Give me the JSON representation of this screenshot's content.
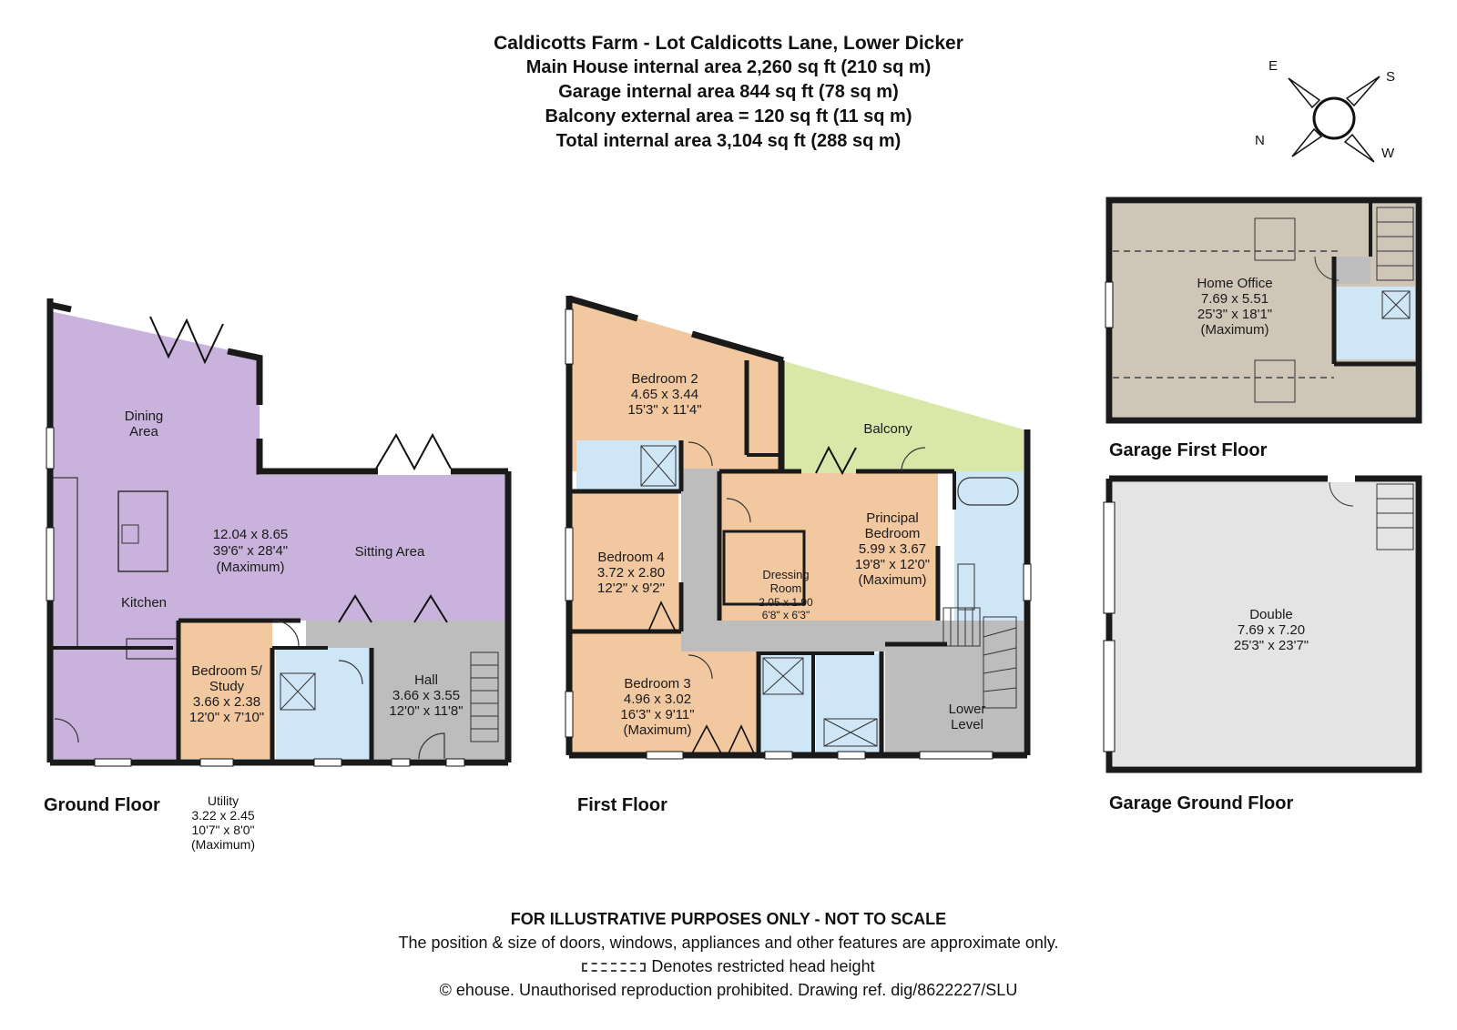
{
  "header": {
    "line1": "Caldicotts Farm - Lot Caldicotts Lane, Lower Dicker",
    "line2": "Main House internal area 2,260 sq ft (210 sq m)",
    "line3": "Garage internal area 844 sq ft (78 sq m)",
    "line4": "Balcony external area = 120 sq ft (11 sq m)",
    "line5": "Total internal area 3,104 sq ft (288 sq m)"
  },
  "compass": {
    "e": "E",
    "s": "S",
    "n": "N",
    "w": "W"
  },
  "floors": {
    "ground": "Ground Floor",
    "first": "First Floor",
    "garage_first": "Garage First Floor",
    "garage_ground": "Garage Ground Floor"
  },
  "ground_floor": {
    "dining": [
      "Dining",
      "Area"
    ],
    "open_plan": [
      "12.04 x 8.65",
      "39'6\" x 28'4\"",
      "(Maximum)"
    ],
    "sitting": "Sitting Area",
    "kitchen": "Kitchen",
    "bedroom5": [
      "Bedroom 5/",
      "Study",
      "3.66 x 2.38",
      "12'0\" x 7'10\""
    ],
    "hall": [
      "Hall",
      "3.66 x 3.55",
      "12'0\" x 11'8\""
    ],
    "utility": [
      "Utility",
      "3.22 x 2.45",
      "10'7\" x 8'0\"",
      "(Maximum)"
    ]
  },
  "first_floor": {
    "bedroom2": [
      "Bedroom 2",
      "4.65 x 3.44",
      "15'3\" x 11'4\""
    ],
    "balcony": "Balcony",
    "principal": [
      "Principal",
      "Bedroom",
      "5.99 x 3.67",
      "19'8\" x 12'0\"",
      "(Maximum)"
    ],
    "bedroom4": [
      "Bedroom 4",
      "3.72 x 2.80",
      "12'2\" x 9'2\""
    ],
    "dressing": [
      "Dressing",
      "Room",
      "2.05 x 1.90",
      "6'8\" x 6'3\""
    ],
    "bedroom3": [
      "Bedroom 3",
      "4.96 x 3.02",
      "16'3\" x 9'11\"",
      "(Maximum)"
    ],
    "lower": [
      "Lower",
      "Level"
    ]
  },
  "garage": {
    "office": [
      "Home Office",
      "7.69 x 5.51",
      "25'3\" x 18'1\"",
      "(Maximum)"
    ],
    "double": [
      "Double",
      "7.69 x 7.20",
      "25'3\" x 23'7\""
    ]
  },
  "footer": {
    "line1": "FOR ILLUSTRATIVE PURPOSES ONLY - NOT TO SCALE",
    "line2": "The position & size of doors, windows, appliances and other features are approximate only.",
    "line3": "Denotes restricted head height",
    "line4": "© ehouse. Unauthorised reproduction prohibited. Drawing ref. dig/8622227/SLU"
  },
  "colors": {
    "living": "#c9b3dc",
    "bedroom": "#f2c8a0",
    "bathroom": "#cfe6f7",
    "hall": "#bdbdbd",
    "balcony": "#d9e8a8",
    "office": "#cfc6b8",
    "garage": "#e4e4e4",
    "wall": "#1a1a1a"
  }
}
